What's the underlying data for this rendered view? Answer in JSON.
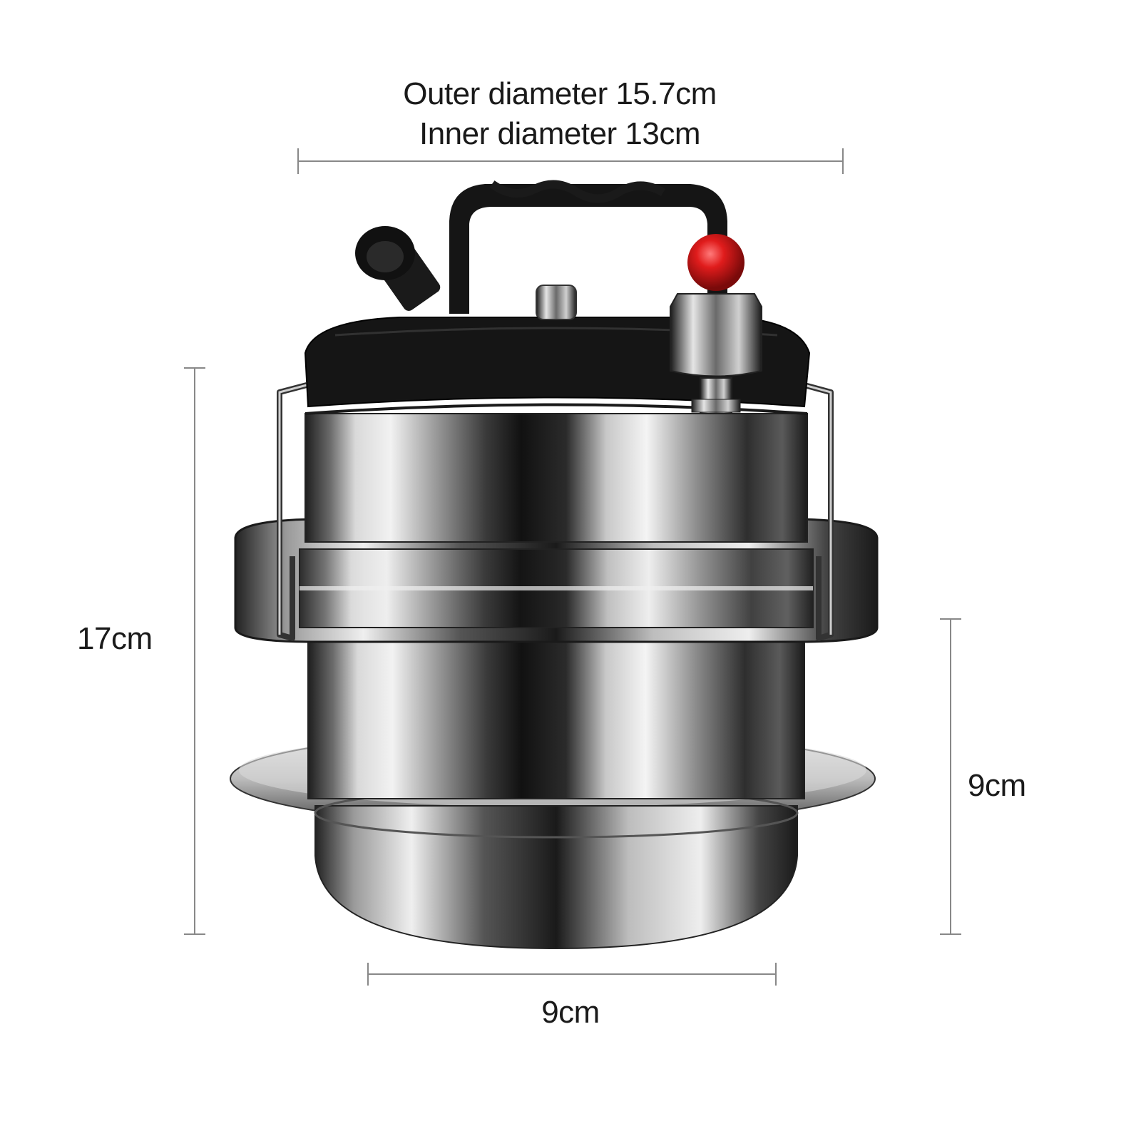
{
  "dimensions": {
    "outer_diameter": "Outer diameter 15.7cm",
    "inner_diameter": "Inner diameter 13cm",
    "total_height": "17cm",
    "pot_height": "9cm",
    "base_diameter": "9cm"
  },
  "colors": {
    "background": "#ffffff",
    "dimension_line": "#888888",
    "text": "#1a1a1a",
    "lid_black": "#151515",
    "steel_light": "#e8e8e8",
    "steel_dark": "#2a2a2a",
    "valve_red": "#d11a1a"
  }
}
